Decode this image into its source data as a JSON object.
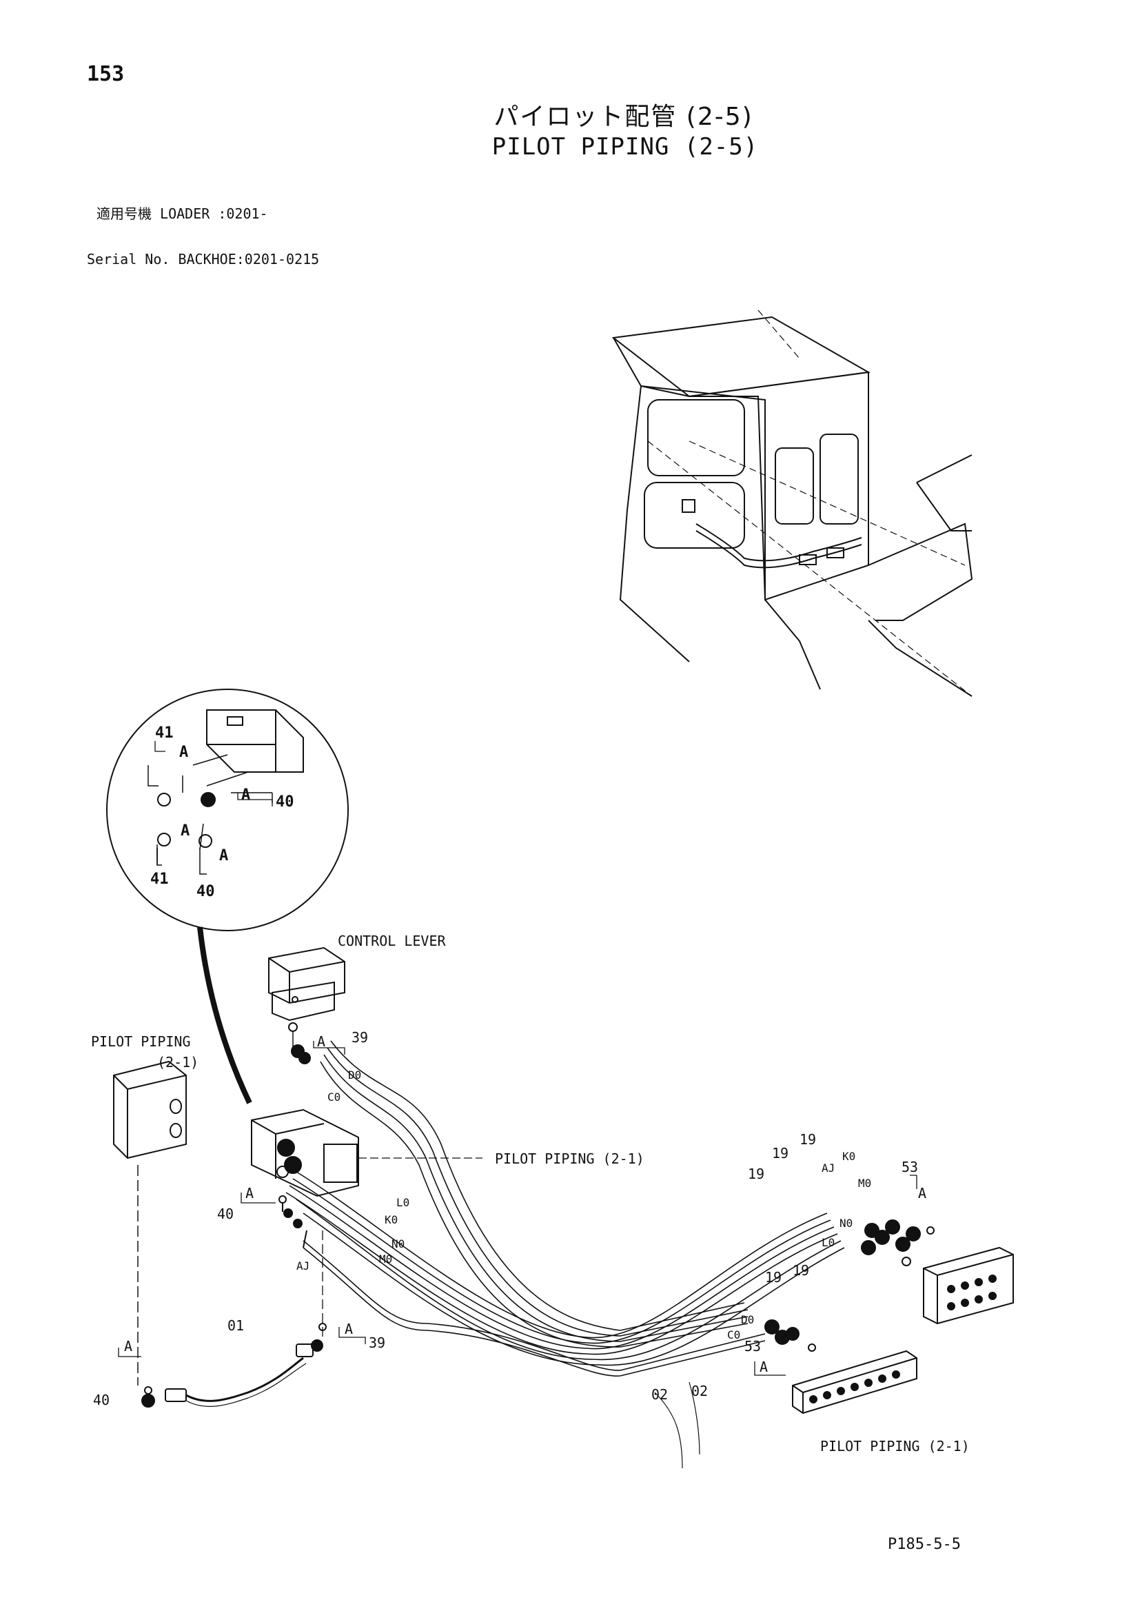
{
  "page_number": "153",
  "title_jp": "パイロット配管 (2-5)",
  "title_en": "PILOT PIPING (2-5)",
  "serial": {
    "label_jp": "適用号機",
    "label_en": "Serial No.",
    "loader": "LOADER :0201-",
    "backhoe": "BACKHOE:0201-0215"
  },
  "labels": {
    "control_lever": "CONTROL LEVER",
    "pilot_piping_left_1": "PILOT PIPING",
    "pilot_piping_left_2": "(2-1)",
    "pilot_piping_mid": "PILOT PIPING (2-1)",
    "pilot_piping_bottom": "PILOT PIPING (2-1)"
  },
  "parts": {
    "p01": "01",
    "p02": "02",
    "p19": "19",
    "p39": "39",
    "p40": "40",
    "p41": "41",
    "p53": "53",
    "ref_a": "A"
  },
  "ports": {
    "d0": "D0",
    "c0": "C0",
    "l0": "L0",
    "k0": "K0",
    "n0": "N0",
    "m0": "M0",
    "aj": "AJ"
  },
  "doc_code": "P185-5-5"
}
